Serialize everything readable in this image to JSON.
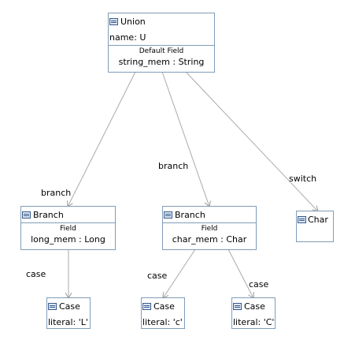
{
  "union": {
    "title": "Union",
    "name": "name: U",
    "default_field_label": "Default Field",
    "default_field_value": "string_mem : String"
  },
  "branches": [
    {
      "title": "Branch",
      "field_label": "Field",
      "field_value": "long_mem : Long"
    },
    {
      "title": "Branch",
      "field_label": "Field",
      "field_value": "char_mem : Char"
    }
  ],
  "char_node": {
    "title": "Char"
  },
  "cases": [
    {
      "title": "Case",
      "literal": "literal: 'L'"
    },
    {
      "title": "Case",
      "literal": "literal: 'c'"
    },
    {
      "title": "Case",
      "literal": "literal: 'C'"
    }
  ],
  "edge_labels": {
    "branch_left": "branch",
    "branch_middle": "branch",
    "switch": "switch",
    "case_left": "case",
    "case_middle": "case",
    "case_right": "case"
  },
  "colors": {
    "node_border": "#7f9db9",
    "edge": "#aaaaaa",
    "icon_fill": "#dbe6f4"
  }
}
